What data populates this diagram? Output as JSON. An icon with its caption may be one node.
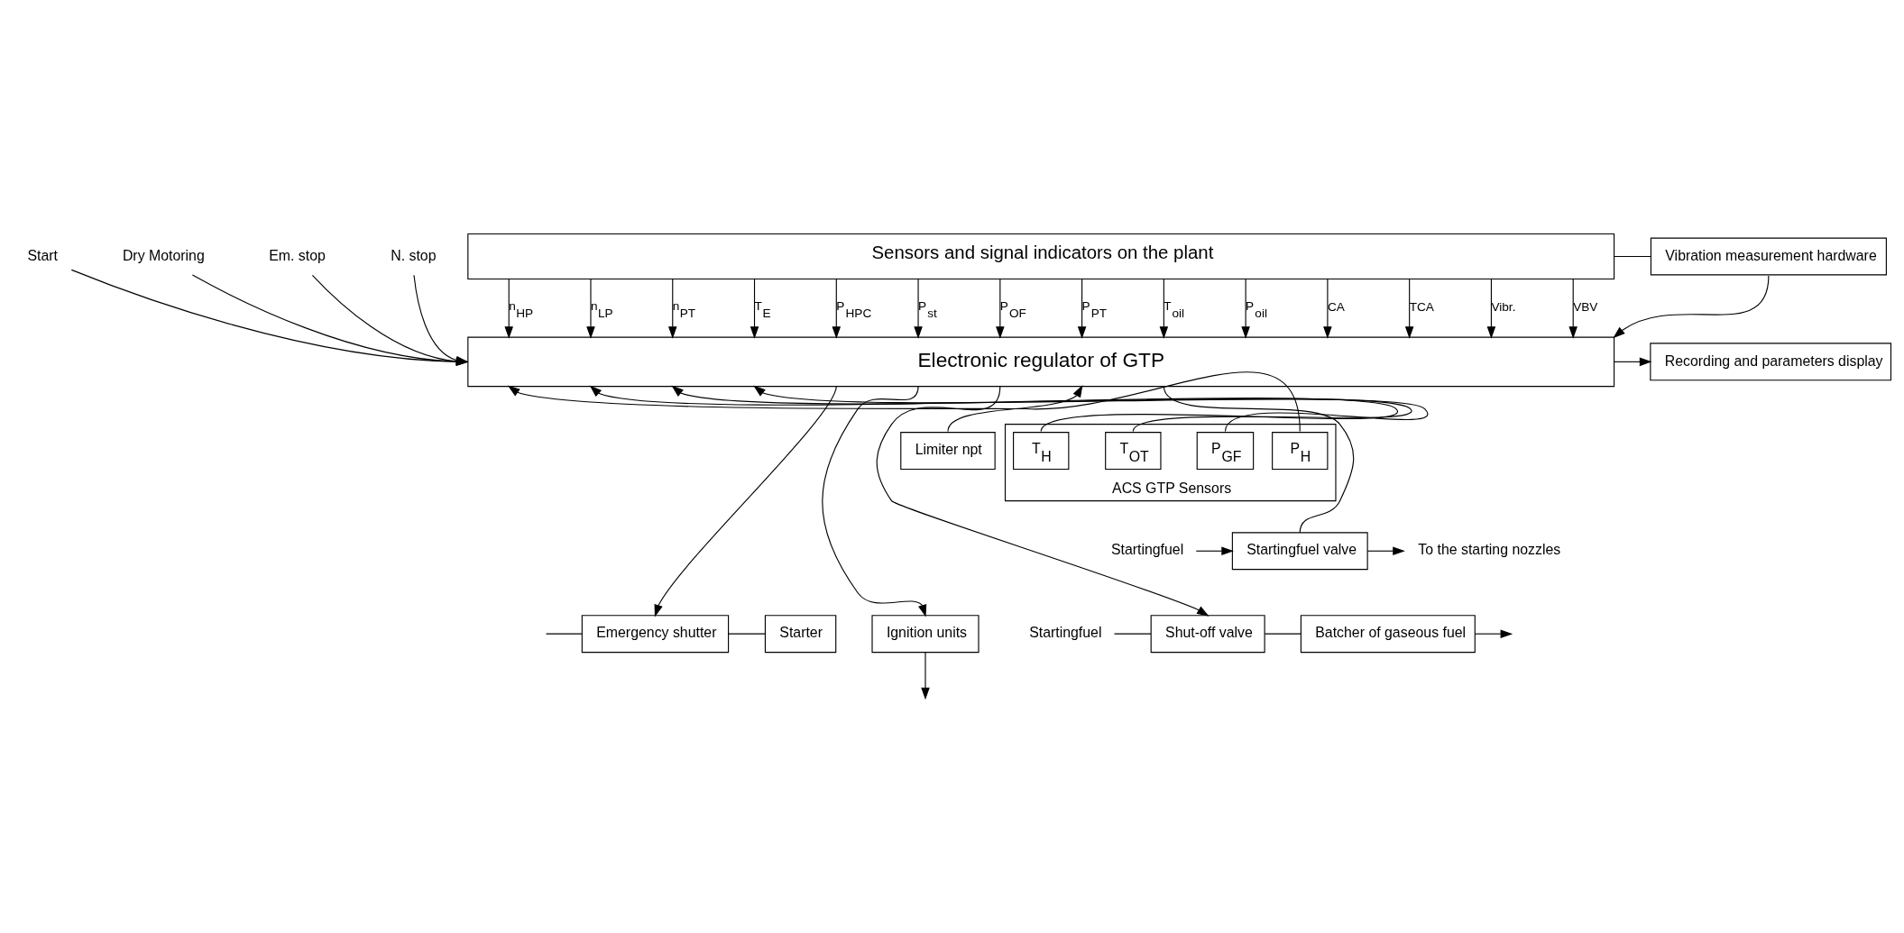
{
  "diagram": {
    "nodes": [
      {
        "text": [
          "Sensors and signal indicators on the plant"
        ]
      },
      {
        "text": [
          "Vibration measurement hardware"
        ]
      },
      {
        "text": [
          "Electronic regulator of GTP"
        ]
      },
      {
        "text": [
          "Recording and parameters display"
        ]
      },
      {
        "text": [
          "Limiter npt"
        ]
      },
      {
        "text": [
          "ACS GTP Sensors"
        ]
      },
      {
        "text": [
          "P$_{H}$"
        ],
        "in": 5
      },
      {
        "text": [
          "T$_{H}$"
        ],
        "in": 5
      },
      {
        "text": [
          "T$_{OT}$"
        ],
        "in": 5
      },
      {
        "text": [
          "P$_{GF}$"
        ],
        "in": 5
      },
      {
        "text": [
          "Startingfuel valve"
        ]
      },
      {
        "text": [
          "Emergency shutter"
        ]
      },
      {
        "text": [
          "Starter"
        ]
      },
      {
        "text": [
          "Ignition units"
        ]
      },
      {
        "text": [
          "Shut-off valve"
        ]
      },
      {
        "text": [
          "Batcher of gaseous fuel"
        ]
      },
      {
        "text": [
          "Start"
        ]
      },
      {
        "text": [
          "Dry Motoring"
        ]
      },
      {
        "text": [
          "Em. stop"
        ]
      },
      {
        "text": [
          "N. stop"
        ]
      },
      {
        "text": [
          "Startingfuel"
        ]
      },
      {
        "text": [
          "To the starting nozzles"
        ]
      },
      {
        "text": [
          "Startingfuel"
        ]
      }
    ],
    "edges": [
      {
        "from": 0,
        "to": 2,
        "arrow": "to",
        "label": "n$_{HP}$"
      },
      {
        "from": 0,
        "to": 2,
        "arrow": "to",
        "label": "n$_{LP}$"
      },
      {
        "from": 0,
        "to": 2,
        "arrow": "to",
        "label": "n$_{PT}$"
      },
      {
        "from": 0,
        "to": 2,
        "arrow": "to",
        "label": "T$_{E}$"
      },
      {
        "from": 0,
        "to": 2,
        "arrow": "to",
        "label": "P$_{HPC}$"
      },
      {
        "from": 0,
        "to": 2,
        "arrow": "to",
        "label": "P$_{st}$"
      },
      {
        "from": 0,
        "to": 2,
        "arrow": "to",
        "label": "P$_{OF}$"
      },
      {
        "from": 0,
        "to": 2,
        "arrow": "to",
        "label": "P$_{PT}$"
      },
      {
        "from": 0,
        "to": 2,
        "arrow": "to",
        "label": "T$_{oil}$"
      },
      {
        "from": 0,
        "to": 2,
        "arrow": "to",
        "label": "P$_{oil}$"
      },
      {
        "from": 0,
        "to": 2,
        "arrow": "to",
        "label": "CA"
      },
      {
        "from": 0,
        "to": 2,
        "arrow": "to",
        "label": "TCA"
      },
      {
        "from": 0,
        "to": 2,
        "arrow": "to",
        "label": "Vibr."
      },
      {
        "from": 0,
        "to": 2,
        "arrow": "to",
        "label": "VBV"
      },
      {
        "from": 0,
        "to": 1,
        "arrow": "none"
      },
      {
        "from": 1,
        "to": 2,
        "arrow": "to"
      },
      {
        "from": 2,
        "to": 3,
        "arrow": "to"
      },
      {
        "from": 16,
        "to": 2,
        "arrow": "to"
      },
      {
        "from": 17,
        "to": 2,
        "arrow": "to"
      },
      {
        "from": 18,
        "to": 2,
        "arrow": "to"
      },
      {
        "from": 19,
        "to": 2,
        "arrow": "to"
      },
      {
        "from": 6,
        "to": 2,
        "arrow": "to"
      },
      {
        "from": 7,
        "to": 2,
        "arrow": "to"
      },
      {
        "from": 8,
        "to": 2,
        "arrow": "to"
      },
      {
        "from": 9,
        "to": 2,
        "arrow": "to"
      },
      {
        "from": 4,
        "to": 2,
        "arrow": "to"
      },
      {
        "from": 2,
        "to": 10,
        "arrow": "none"
      },
      {
        "from": 2,
        "to": 11,
        "arrow": "to"
      },
      {
        "from": 2,
        "to": 13,
        "arrow": "to"
      },
      {
        "from": 2,
        "to": 14,
        "arrow": "to"
      },
      {
        "from": 20,
        "to": 10,
        "arrow": "to"
      },
      {
        "from": 10,
        "to": 21,
        "arrow": "to"
      },
      {
        "from": null,
        "to": 11,
        "arrow": "none"
      },
      {
        "from": 11,
        "to": 12,
        "arrow": "none"
      },
      {
        "from": 13,
        "to": null,
        "arrow": "to"
      },
      {
        "from": 22,
        "to": 14,
        "arrow": "none"
      },
      {
        "from": 14,
        "to": 15,
        "arrow": "none"
      },
      {
        "from": 15,
        "to": null,
        "arrow": "to"
      }
    ]
  }
}
